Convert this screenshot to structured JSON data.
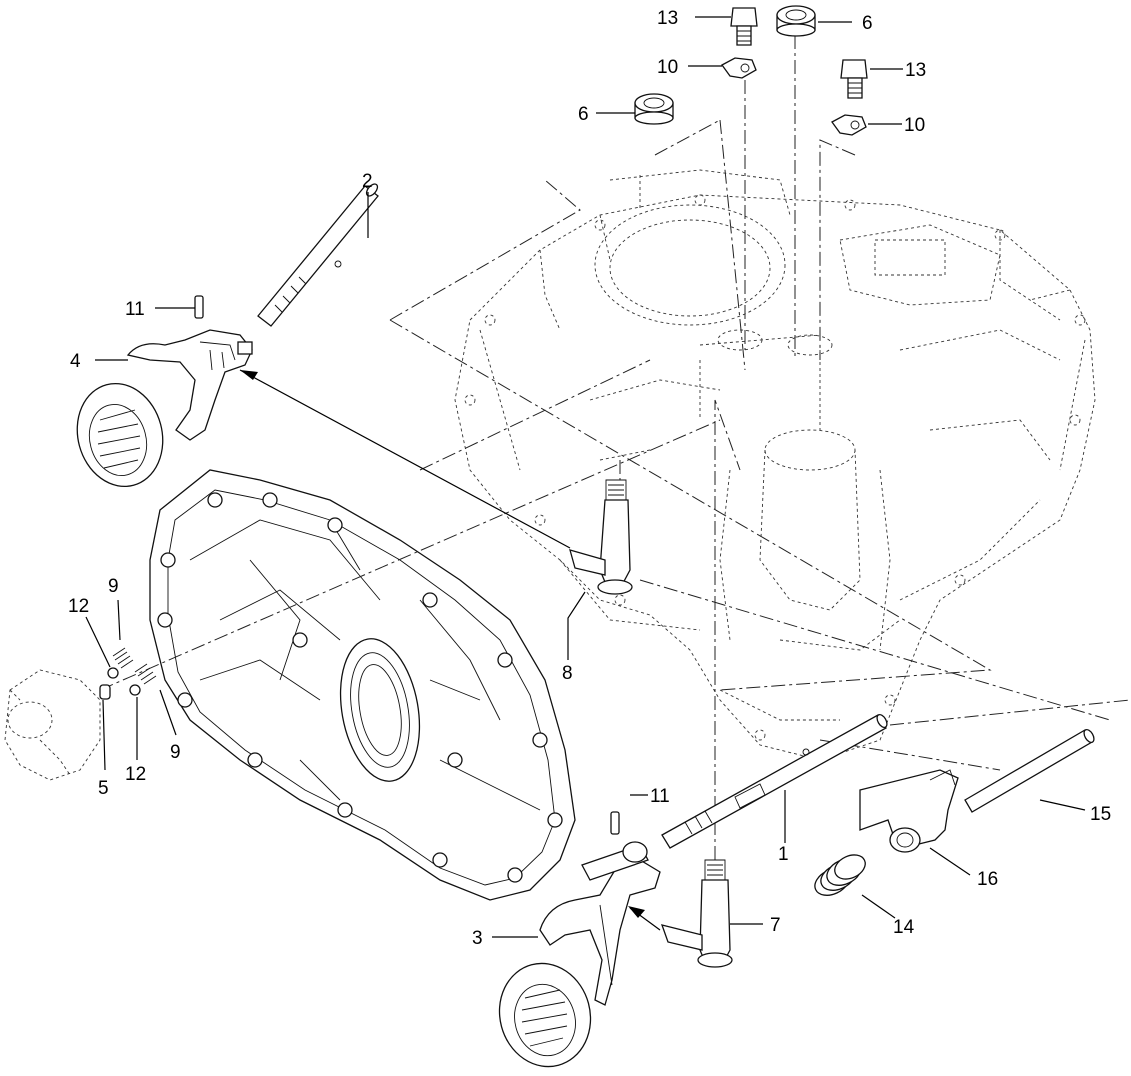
{
  "callouts": {
    "c1": "1",
    "c2": "2",
    "c3": "3",
    "c4": "4",
    "c5": "5",
    "c6a": "6",
    "c6b": "6",
    "c7": "7",
    "c8": "8",
    "c9a": "9",
    "c9b": "9",
    "c10a": "10",
    "c10b": "10",
    "c11a": "11",
    "c11b": "11",
    "c12a": "12",
    "c12b": "12",
    "c13a": "13",
    "c13b": "13",
    "c14": "14",
    "c15": "15",
    "c16": "16"
  }
}
